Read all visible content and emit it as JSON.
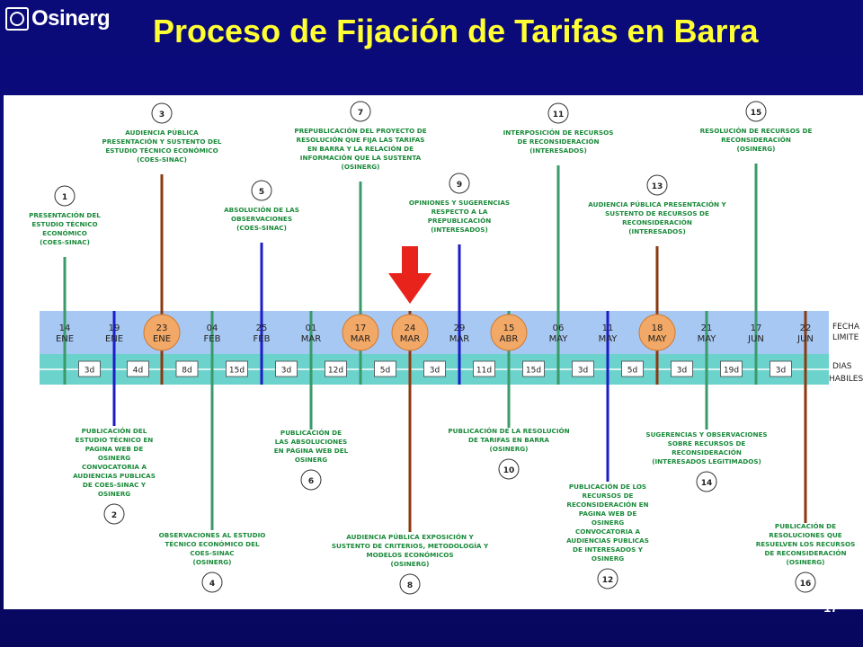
{
  "header": {
    "logo_text": "Osinerg",
    "title": "Proceso  de Fijación de Tarifas en Barra"
  },
  "page_number": "17",
  "colors": {
    "green": "#3a9a6a",
    "brown": "#8b3a10",
    "blue": "#1d1dc8",
    "title_text": "#ffff33",
    "annotation_text": "#1a8a3a",
    "dates_band": "#a7c8f2",
    "days_band": "#6cd2cc",
    "highlight_circle": "#f2a866",
    "arrow": "#e8231c"
  },
  "timeline": {
    "fecha_label": "FECHA\nLIMITE",
    "dias_label": "DIAS\nHABILES",
    "dates": [
      {
        "day": "14",
        "month": "ENE",
        "highlight": false
      },
      {
        "day": "19",
        "month": "ENE",
        "highlight": false
      },
      {
        "day": "23",
        "month": "ENE",
        "highlight": true
      },
      {
        "day": "04",
        "month": "FEB",
        "highlight": false
      },
      {
        "day": "25",
        "month": "FEB",
        "highlight": false
      },
      {
        "day": "01",
        "month": "MAR",
        "highlight": false
      },
      {
        "day": "17",
        "month": "MAR",
        "highlight": true
      },
      {
        "day": "24",
        "month": "MAR",
        "highlight": true
      },
      {
        "day": "29",
        "month": "MAR",
        "highlight": false
      },
      {
        "day": "15",
        "month": "ABR",
        "highlight": true
      },
      {
        "day": "06",
        "month": "MAY",
        "highlight": false
      },
      {
        "day": "11",
        "month": "MAY",
        "highlight": false
      },
      {
        "day": "18",
        "month": "MAY",
        "highlight": true
      },
      {
        "day": "21",
        "month": "MAY",
        "highlight": false
      },
      {
        "day": "17",
        "month": "JUN",
        "highlight": false
      },
      {
        "day": "22",
        "month": "JUN",
        "highlight": false
      }
    ],
    "days": [
      "3d",
      "4d",
      "8d",
      "15d",
      "3d",
      "12d",
      "5d",
      "3d",
      "11d",
      "15d",
      "3d",
      "5d",
      "3d",
      "19d",
      "3d"
    ]
  },
  "milestones": [
    {
      "num": "1",
      "color": "green",
      "position": "above",
      "date_index": 0,
      "lines": [
        "PRESENTACIÓN DEL",
        "ESTUDIO TÉCNICO",
        "ECONÓMICO",
        "(COES-SINAC)"
      ]
    },
    {
      "num": "2",
      "color": "blue",
      "position": "below",
      "date_index": 1,
      "lines": [
        "PUBLICACIÓN DEL",
        "ESTUDIO TÉCNICO EN",
        "PAGINA WEB DE",
        "OSINERG",
        "CONVOCATORIA A",
        "AUDIENCIAS PUBLICAS",
        "DE COES-SINAC Y",
        "OSINERG"
      ]
    },
    {
      "num": "3",
      "color": "brown",
      "position": "above",
      "date_index": 2,
      "lines": [
        "AUDIENCIA PÚBLICA",
        "PRESENTACIÓN Y SUSTENTO DEL",
        "ESTUDIO TÉCNICO ECONÓMICO",
        "(COES-SINAC)"
      ]
    },
    {
      "num": "4",
      "color": "green",
      "position": "below",
      "date_index": 3,
      "lines": [
        "OBSERVACIONES AL ESTUDIO",
        "TÉCNICO ECONÓMICO DEL",
        "COES-SINAC",
        "(OSINERG)"
      ]
    },
    {
      "num": "5",
      "color": "blue",
      "position": "above",
      "date_index": 4,
      "lines": [
        "ABSOLUCIÓN DE LAS",
        "OBSERVACIONES",
        "(COES-SINAC)"
      ]
    },
    {
      "num": "6",
      "color": "green",
      "position": "below",
      "date_index": 5,
      "lines": [
        "PUBLICACIÓN DE",
        "LAS ABSOLUCIONES",
        "EN PÁGINA WEB DEL",
        "OSINERG"
      ]
    },
    {
      "num": "7",
      "color": "green",
      "position": "above",
      "date_index": 6,
      "lines": [
        "PREPUBLICACIÓN DEL PROYECTO DE",
        "RESOLUCIÓN QUE FIJA LAS TARIFAS",
        "EN BARRA Y LA RELACIÓN DE",
        "INFORMACIÓN QUE LA SUSTENTA",
        "(OSINERG)"
      ]
    },
    {
      "num": "8",
      "color": "brown",
      "position": "below",
      "date_index": 7,
      "lines": [
        "AUDIENCIA PÚBLICA EXPOSICIÓN Y",
        "SUSTENTO DE CRITERIOS, METODOLOGÍA Y",
        "MODELOS ECONÓMICOS",
        "(OSINERG)"
      ]
    },
    {
      "num": "9",
      "color": "blue",
      "position": "above",
      "date_index": 8,
      "lines": [
        "OPINIONES Y SUGERENCIAS",
        "RESPECTO A LA",
        "PREPUBLICACIÓN",
        "(INTERESADOS)"
      ]
    },
    {
      "num": "10",
      "color": "green",
      "position": "below",
      "date_index": 9,
      "lines": [
        "PUBLICACIÓN DE LA RESOLUCIÓN",
        "DE TARIFAS EN BARRA",
        "(OSINERG)"
      ]
    },
    {
      "num": "11",
      "color": "green",
      "position": "above",
      "date_index": 10,
      "lines": [
        "INTERPOSICIÓN DE RECURSOS",
        "DE RECONSIDERACIÓN",
        "(INTERESADOS)"
      ]
    },
    {
      "num": "12",
      "color": "blue",
      "position": "below",
      "date_index": 11,
      "lines": [
        "PUBLICACIÓN DE LOS",
        "RECURSOS DE",
        "RECONSIDERACIÓN EN",
        "PAGINA WEB DE",
        "OSINERG",
        "CONVOCATORIA A",
        "AUDIENCIAS PUBLICAS",
        "DE INTERESADOS Y",
        "OSINERG"
      ]
    },
    {
      "num": "13",
      "color": "brown",
      "position": "above",
      "date_index": 12,
      "lines": [
        "AUDIENCIA PÚBLICA PRESENTACIÓN Y",
        "SUSTENTO DE RECURSOS DE",
        "RECONSIDERACIÓN",
        "(INTERESADOS)"
      ]
    },
    {
      "num": "14",
      "color": "green",
      "position": "below",
      "date_index": 13,
      "lines": [
        "SUGERENCIAS Y OBSERVACIONES",
        "SOBRE RECURSOS DE",
        "RECONSIDERACIÓN",
        "(INTERESADOS LEGITIMADOS)"
      ]
    },
    {
      "num": "15",
      "color": "green",
      "position": "above",
      "date_index": 14,
      "lines": [
        "RESOLUCIÓN DE RECURSOS DE",
        "RECONSIDERACIÓN",
        "(OSINERG)"
      ]
    },
    {
      "num": "16",
      "color": "brown",
      "position": "below",
      "date_index": 15,
      "lines": [
        "PUBLICACIÓN DE",
        "RESOLUCIONES QUE",
        "RESUELVEN LOS RECURSOS",
        "DE RECONSIDERACIÓN",
        "(OSINERG)"
      ]
    }
  ]
}
